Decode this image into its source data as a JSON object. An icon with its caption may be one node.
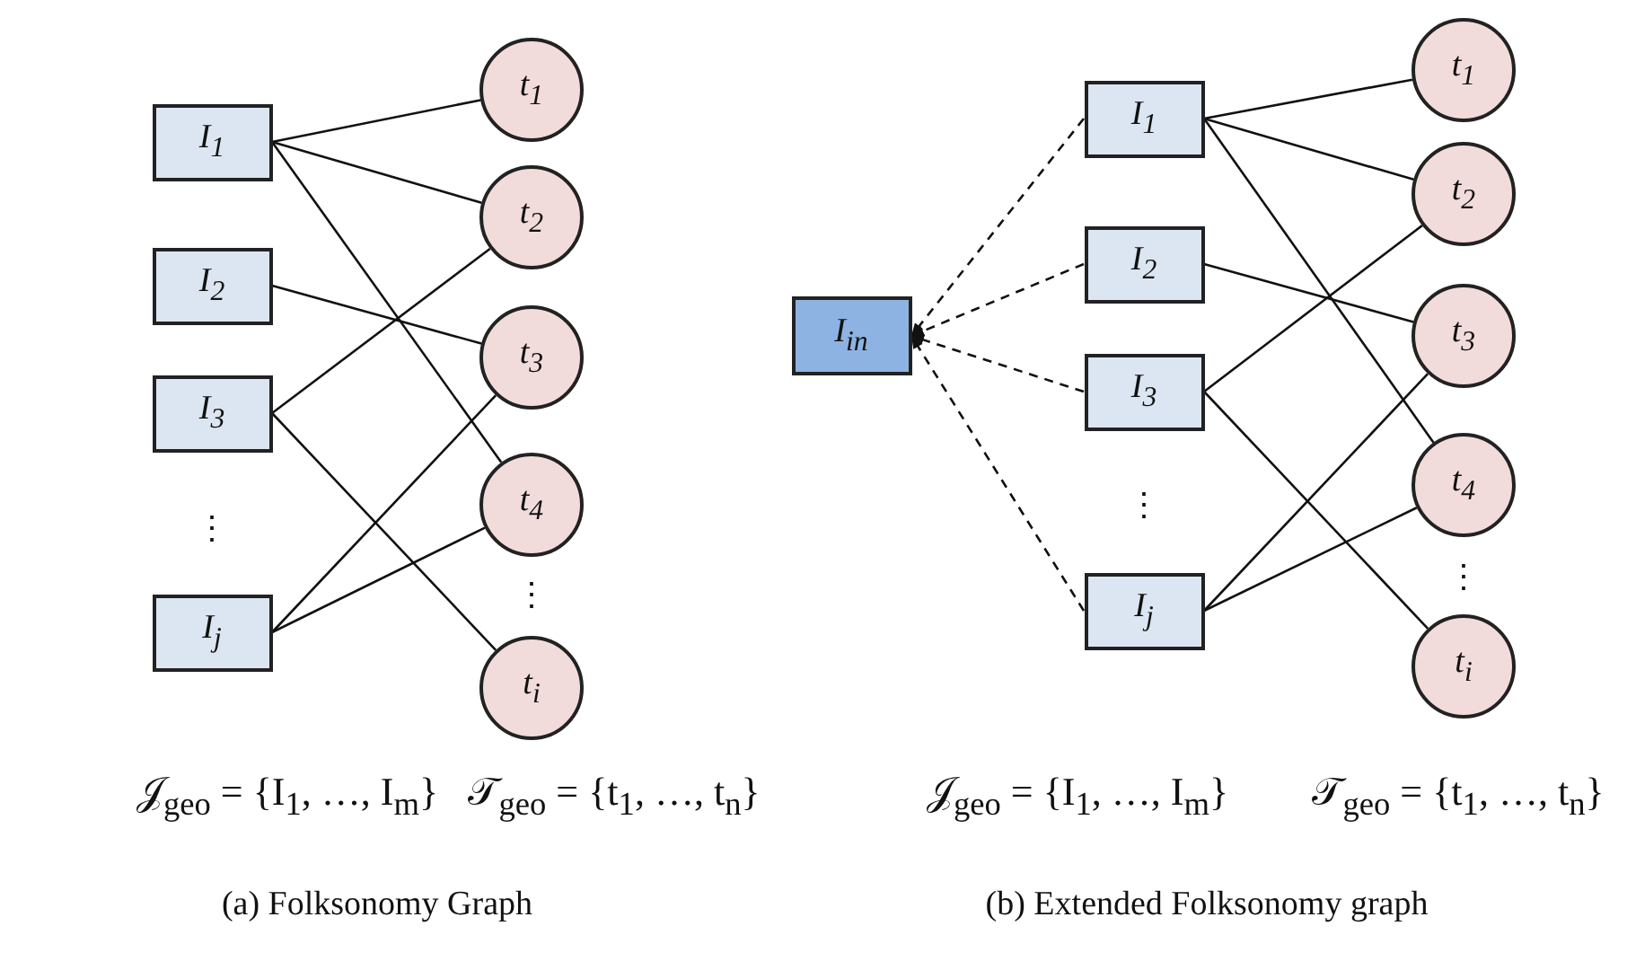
{
  "diagram": {
    "nodes": [
      {
        "text": [
          "I$_{1}$"
        ]
      },
      {
        "text": [
          "I$_{2}$"
        ]
      },
      {
        "text": [
          "I$_{3}$"
        ]
      },
      {
        "text": [
          "I$_{j}$"
        ]
      },
      {
        "text": [
          "t$_{1}$"
        ]
      },
      {
        "text": [
          "t$_{2}$"
        ]
      },
      {
        "text": [
          "t$_{3}$"
        ]
      },
      {
        "text": [
          "t$_{4}$"
        ]
      },
      {
        "text": [
          "t$_{i}$"
        ]
      },
      {
        "text": [
          "I$_{in}$"
        ]
      },
      {
        "text": [
          "I$_{1}$"
        ]
      },
      {
        "text": [
          "I$_{2}$"
        ]
      },
      {
        "text": [
          "I$_{3}$"
        ]
      },
      {
        "text": [
          "I$_{j}$"
        ]
      },
      {
        "text": [
          "t$_{1}$"
        ]
      },
      {
        "text": [
          "t$_{2}$"
        ]
      },
      {
        "text": [
          "t$_{3}$"
        ]
      },
      {
        "text": [
          "t$_{4}$"
        ]
      },
      {
        "text": [
          "t$_{i}$"
        ]
      }
    ],
    "edges": [
      {
        "from": 0,
        "to": 4,
        "arrow": "none"
      },
      {
        "from": 0,
        "to": 5,
        "arrow": "none"
      },
      {
        "from": 0,
        "to": 7,
        "arrow": "none"
      },
      {
        "from": 1,
        "to": 6,
        "arrow": "none"
      },
      {
        "from": 2,
        "to": 5,
        "arrow": "none"
      },
      {
        "from": 2,
        "to": 8,
        "arrow": "none"
      },
      {
        "from": 3,
        "to": 6,
        "arrow": "none"
      },
      {
        "from": 3,
        "to": 7,
        "arrow": "none"
      },
      {
        "from": 10,
        "to": 9,
        "arrow": "to",
        "style": "dashed"
      },
      {
        "from": 11,
        "to": 9,
        "arrow": "to",
        "style": "dashed"
      },
      {
        "from": 12,
        "to": 9,
        "arrow": "to",
        "style": "dashed"
      },
      {
        "from": 13,
        "to": 9,
        "arrow": "to",
        "style": "dashed"
      },
      {
        "from": 10,
        "to": 14,
        "arrow": "none"
      },
      {
        "from": 10,
        "to": 15,
        "arrow": "none"
      },
      {
        "from": 10,
        "to": 17,
        "arrow": "none"
      },
      {
        "from": 11,
        "to": 16,
        "arrow": "none"
      },
      {
        "from": 12,
        "to": 15,
        "arrow": "none"
      },
      {
        "from": 12,
        "to": 18,
        "arrow": "none"
      },
      {
        "from": 13,
        "to": 16,
        "arrow": "none"
      },
      {
        "from": 13,
        "to": 17,
        "arrow": "none"
      }
    ],
    "labels": [
      "⋮",
      "⋮",
      "⋮",
      "⋮",
      "𝒥$_{geo}$ = {I$_{1}$, …, I$_{m}$}",
      "𝒯$_{geo}$ = {t$_{1}$, …, t$_{n}$}",
      "𝒥$_{geo}$ = {I$_{1}$, …, I$_{m}$}",
      "𝒯$_{geo}$ = {t$_{1}$, …, t$_{n}$}",
      "(a) Folksonomy Graph",
      "(b) Extended Folksonomy graph"
    ]
  }
}
